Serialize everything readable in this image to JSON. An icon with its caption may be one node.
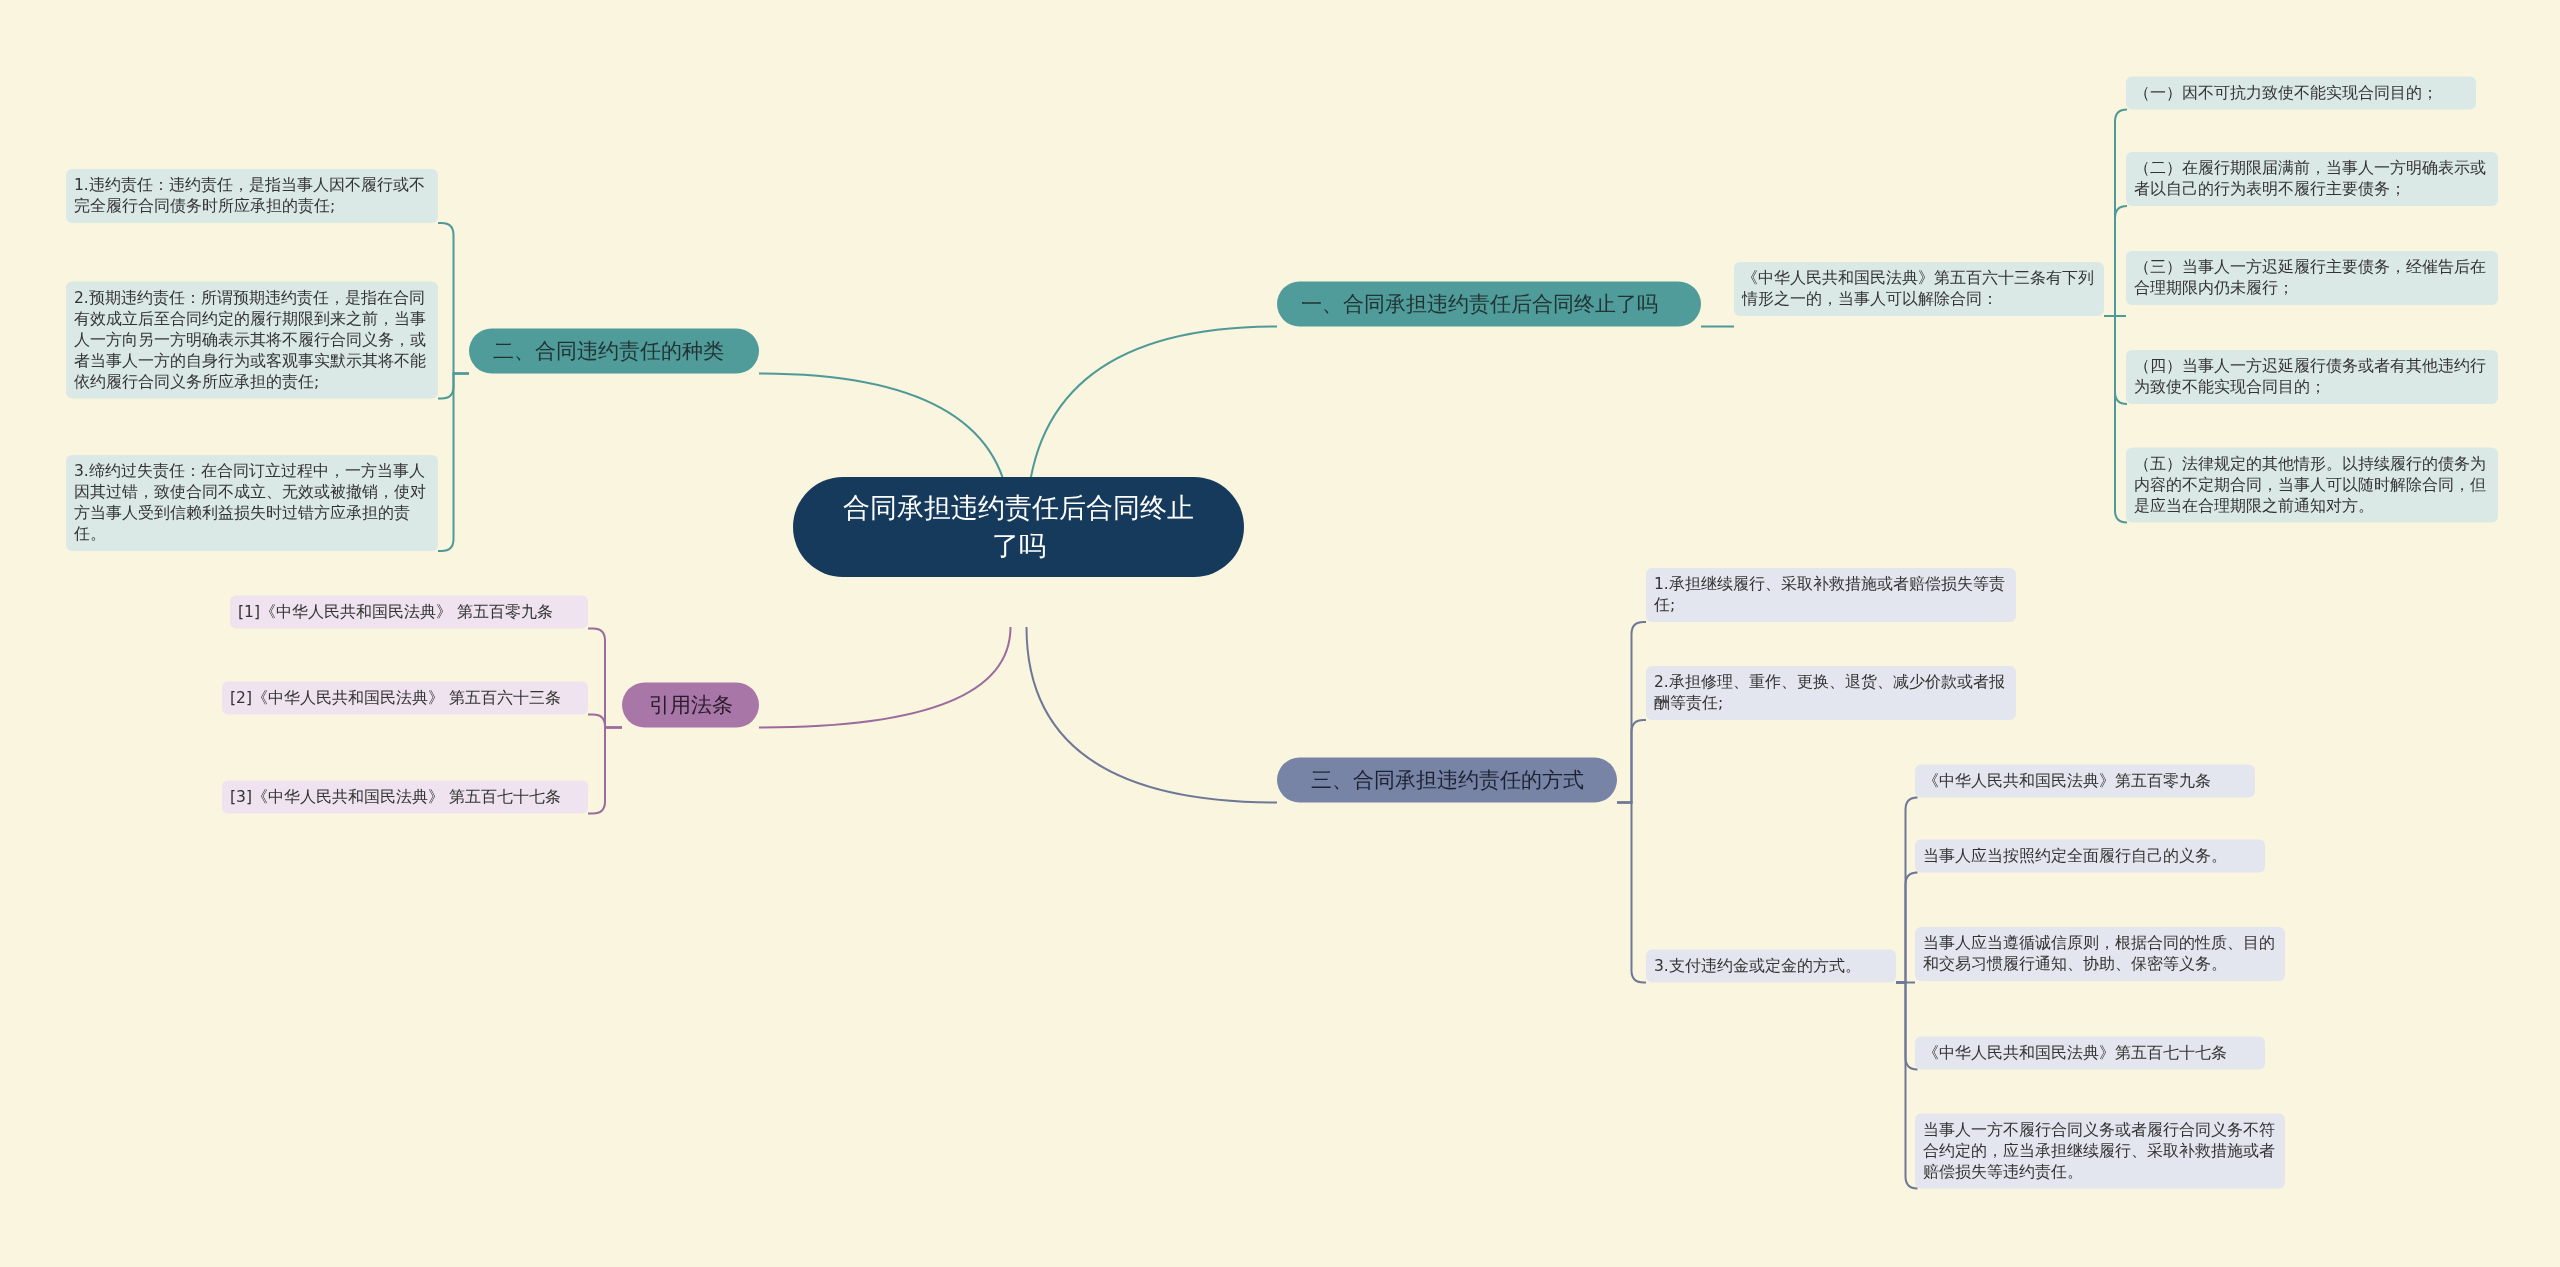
{
  "diagram": {
    "nodes": [
      {
        "text": [
          "合同承担违约责任后合同终止了吗"
        ]
      },
      {
        "text": [
          "一、合同承担违约责任后合同终止了吗"
        ]
      },
      {
        "text": [
          "《中华人民共和国民法典》第五百六十三条有下列情形之一的，当事人可以解除合同："
        ]
      },
      {
        "text": [
          "（一）因不可抗力致使不能实现合同目的；"
        ]
      },
      {
        "text": [
          "（二）在履行期限届满前，当事人一方明确表示或者以自己的行为表明不履行主要债务；"
        ]
      },
      {
        "text": [
          "（三）当事人一方迟延履行主要债务，经催告后在合理期限内仍未履行；"
        ]
      },
      {
        "text": [
          "（四）当事人一方迟延履行债务或者有其他违约行为致使不能实现合同目的；"
        ]
      },
      {
        "text": [
          "（五）法律规定的其他情形。以持续履行的债务为内容的不定期合同，当事人可以随时解除合同，但是应当在合理期限之前通知对方。"
        ]
      },
      {
        "text": [
          "二、合同违约责任的种类"
        ]
      },
      {
        "text": [
          "1.违约责任：违约责任，是指当事人因不履行或不完全履行合同债务时所应承担的责任;"
        ]
      },
      {
        "text": [
          "2.预期违约责任：所谓预期违约责任，是指在合同有效成立后至合同约定的履行期限到来之前，当事人一方向另一方明确表示其将不履行合同义务，或者当事人一方的自身行为或客观事实默示其将不能依约履行合同义务所应承担的责任;"
        ]
      },
      {
        "text": [
          "3.缔约过失责任：在合同订立过程中，一方当事人因其过错，致使合同不成立、无效或被撤销，使对方当事人受到信赖利益损失时过错方应承担的责任。"
        ]
      },
      {
        "text": [
          "引用法条"
        ]
      },
      {
        "text": [
          "[1]《中华人民共和国民法典》 第五百零九条"
        ]
      },
      {
        "text": [
          "[2]《中华人民共和国民法典》 第五百六十三条"
        ]
      },
      {
        "text": [
          "[3]《中华人民共和国民法典》 第五百七十七条"
        ]
      },
      {
        "text": [
          "三、合同承担违约责任的方式"
        ]
      },
      {
        "text": [
          "1.承担继续履行、采取补救措施或者赔偿损失等责任;"
        ]
      },
      {
        "text": [
          "2.承担修理、重作、更换、退货、减少价款或者报酬等责任;"
        ]
      },
      {
        "text": [
          "3.支付违约金或定金的方式。"
        ]
      },
      {
        "text": [
          "《中华人民共和国民法典》第五百零九条"
        ]
      },
      {
        "text": [
          "当事人应当按照约定全面履行自己的义务。"
        ]
      },
      {
        "text": [
          "当事人应当遵循诚信原则，根据合同的性质、目的和交易习惯履行通知、协助、保密等义务。"
        ]
      },
      {
        "text": [
          "《中华人民共和国民法典》第五百七十七条"
        ]
      },
      {
        "text": [
          "当事人一方不履行合同义务或者履行合同义务不符合约定的，应当承担继续履行、采取补救措施或者赔偿损失等违约责任。"
        ]
      }
    ],
    "edges": [
      {
        "from": 0,
        "to": 1,
        "arrow": "none"
      },
      {
        "from": 1,
        "to": 2,
        "arrow": "none"
      },
      {
        "from": 2,
        "to": 3,
        "arrow": "none"
      },
      {
        "from": 2,
        "to": 4,
        "arrow": "none"
      },
      {
        "from": 2,
        "to": 5,
        "arrow": "none"
      },
      {
        "from": 2,
        "to": 6,
        "arrow": "none"
      },
      {
        "from": 2,
        "to": 7,
        "arrow": "none"
      },
      {
        "from": 0,
        "to": 8,
        "arrow": "none"
      },
      {
        "from": 8,
        "to": 9,
        "arrow": "none"
      },
      {
        "from": 8,
        "to": 10,
        "arrow": "none"
      },
      {
        "from": 8,
        "to": 11,
        "arrow": "none"
      },
      {
        "from": 0,
        "to": 12,
        "arrow": "none",
        "color": "#9b6b9e"
      },
      {
        "from": 12,
        "to": 13,
        "arrow": "none",
        "color": "#9b6b9e"
      },
      {
        "from": 12,
        "to": 14,
        "arrow": "none",
        "color": "#9b6b9e"
      },
      {
        "from": 12,
        "to": 15,
        "arrow": "none",
        "color": "#9b6b9e"
      },
      {
        "from": 0,
        "to": 16,
        "arrow": "none",
        "color": "#6e7896"
      },
      {
        "from": 16,
        "to": 17,
        "arrow": "none",
        "color": "#6e7896"
      },
      {
        "from": 16,
        "to": 18,
        "arrow": "none",
        "color": "#6e7896"
      },
      {
        "from": 16,
        "to": 19,
        "arrow": "none",
        "color": "#6e7896"
      },
      {
        "from": 19,
        "to": 20,
        "arrow": "none",
        "color": "#6e7896"
      },
      {
        "from": 19,
        "to": 21,
        "arrow": "none",
        "color": "#6e7896"
      },
      {
        "from": 19,
        "to": 22,
        "arrow": "none",
        "color": "#6e7896"
      },
      {
        "from": 19,
        "to": 23,
        "arrow": "none",
        "color": "#6e7896"
      },
      {
        "from": 19,
        "to": 24,
        "arrow": "none",
        "color": "#6e7896"
      }
    ]
  }
}
